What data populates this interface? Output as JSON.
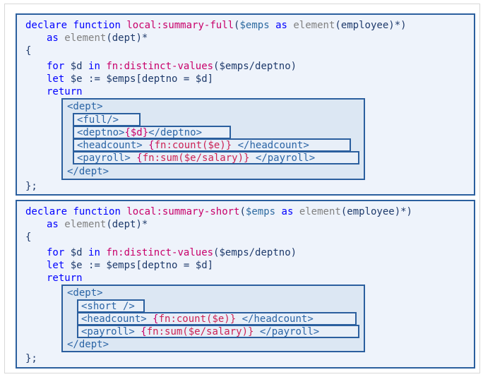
{
  "panels": [
    {
      "decl": {
        "kw1": "declare",
        "kw2": "function",
        "name": "local:summary-full",
        "open": "(",
        "param": "$emps",
        "as": "as",
        "elem": "element",
        "paren": "(",
        "type": "employee",
        "close": ")*)"
      },
      "ret": {
        "as": "as",
        "elem": "element",
        "open": "(",
        "type": "dept",
        "close": ")*"
      },
      "open_brace": "{",
      "for_line": {
        "kw": "for",
        "var": "$d",
        "in": "in",
        "fn": "fn:distinct-values",
        "args": "($emps/deptno)"
      },
      "let_line": {
        "kw": "let",
        "var": "$e",
        "op": ":=",
        "rest": "$emps[deptno = $d]"
      },
      "return_kw": "return",
      "dept_open": "<dept>",
      "lines": [
        {
          "a": "<full/>",
          "b": "",
          "c": "",
          "d": ""
        },
        {
          "a": "<deptno>",
          "b": "{$d}",
          "c": "",
          "d": "</deptno>"
        },
        {
          "a": "<headcount>",
          "b": "{",
          "c": "fn:count($e)}",
          "d": "</headcount>"
        },
        {
          "a": "<payroll>",
          "b": "{",
          "c": "fn:sum($e/salary)}",
          "d": "</payroll>"
        }
      ],
      "dept_close": "</dept>",
      "end": "};"
    },
    {
      "decl": {
        "kw1": "declare",
        "kw2": "function",
        "name": "local:summary-short",
        "open": "(",
        "param": "$emps",
        "as": "as",
        "elem": "element",
        "paren": "(",
        "type": "employee",
        "close": ")*)"
      },
      "ret": {
        "as": "as",
        "elem": "element",
        "open": "(",
        "type": "dept",
        "close": ")*"
      },
      "open_brace": "{",
      "for_line": {
        "kw": "for",
        "var": "$d",
        "in": "in",
        "fn": "fn:distinct-values",
        "args": "($emps/deptno)"
      },
      "let_line": {
        "kw": "let",
        "var": "$e",
        "op": ":=",
        "rest": "$emps[deptno = $d]"
      },
      "return_kw": "return",
      "dept_open": "<dept>",
      "lines": [
        {
          "a": "<short />",
          "b": "",
          "c": "",
          "d": ""
        },
        {
          "a": "<headcount>",
          "b": "{",
          "c": "fn:count($e)}",
          "d": "</headcount>"
        },
        {
          "a": "<payroll>",
          "b": "{",
          "c": "fn:sum($e/salary)}",
          "d": "</payroll>"
        }
      ],
      "dept_close": "</dept>",
      "end": "};"
    }
  ],
  "colors": {
    "border": "#2b5f9e",
    "panel_bg": "#eef3fb",
    "keyword": "#0000ff",
    "function_name": "#c8006a"
  }
}
